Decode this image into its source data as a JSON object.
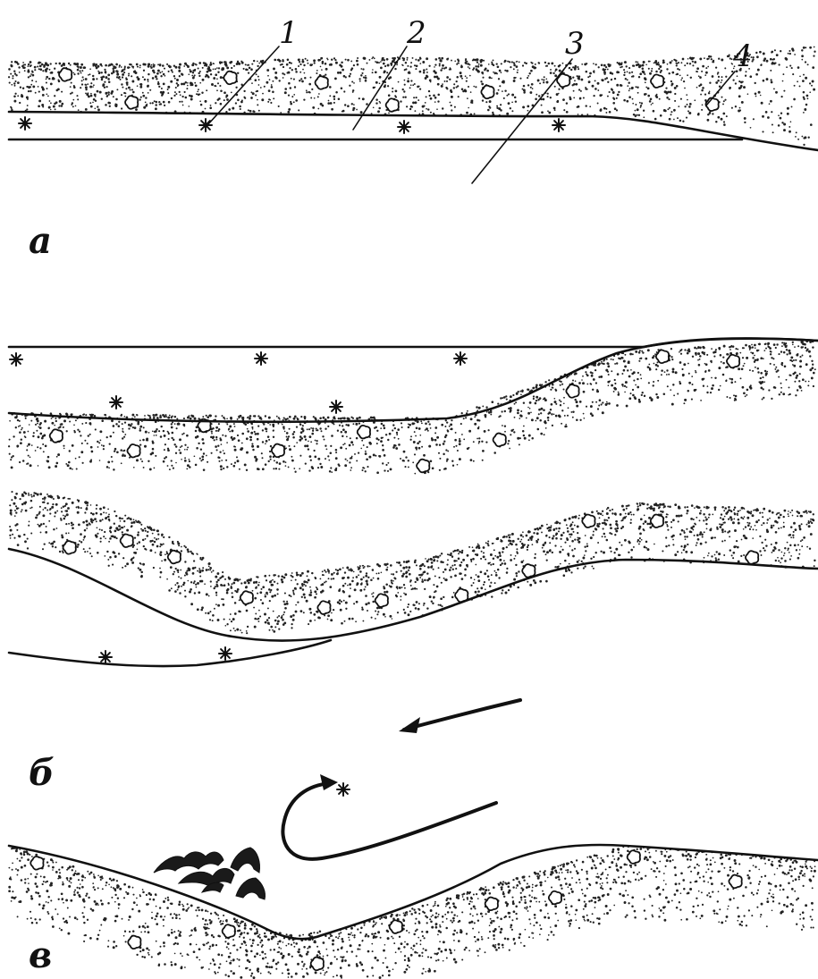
{
  "panels": [
    {
      "key": "a",
      "label": "а"
    },
    {
      "key": "b",
      "label": "б"
    },
    {
      "key": "v",
      "label": "в"
    }
  ],
  "callouts": [
    {
      "number": "1"
    },
    {
      "number": "2"
    },
    {
      "number": "3"
    },
    {
      "number": "4"
    }
  ]
}
